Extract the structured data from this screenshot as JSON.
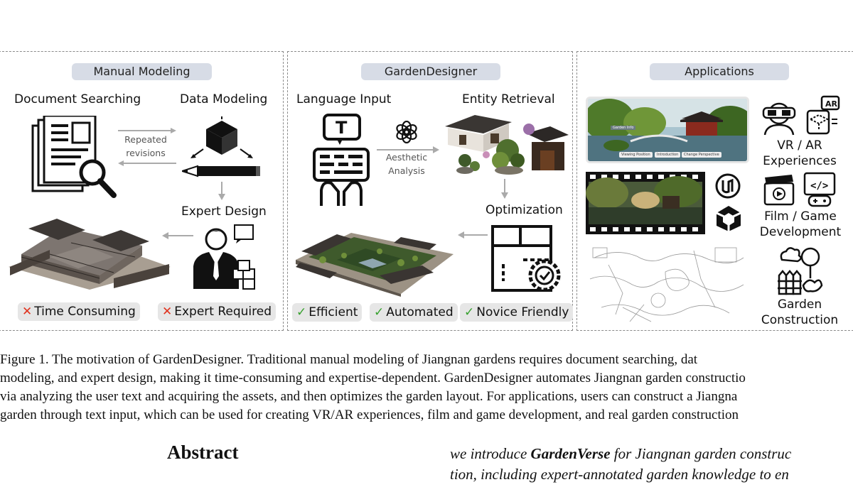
{
  "panels": {
    "manual": {
      "title": "Manual Modeling",
      "doc_searching": "Document Searching",
      "data_modeling": "Data Modeling",
      "repeated_revisions": "Repeated\nrevisions",
      "expert_design": "Expert Design",
      "badge1": "Time Consuming",
      "badge2": "Expert Required"
    },
    "designer": {
      "title": "GardenDesigner",
      "language_input": "Language Input",
      "entity_retrieval": "Entity Retrieval",
      "aesthetic_analysis": "Aesthetic\nAnalysis",
      "optimization": "Optimization",
      "badge1": "Efficient",
      "badge2": "Automated",
      "badge3": "Novice Friendly"
    },
    "applications": {
      "title": "Applications",
      "vr_ar": "VR / AR\nExperiences",
      "film_game": "Film / Game\nDevelopment",
      "garden_construction": "Garden\nConstruction",
      "vr_ui_buttons": [
        "Viewing Position",
        "Introduction",
        "Change Perspective"
      ],
      "vr_ui_tag": "Garden Info",
      "ar_label": "AR"
    }
  },
  "caption": {
    "lines": [
      "Figure 1.   The motivation of GardenDesigner.  Traditional manual modeling of Jiangnan gardens requires document searching, dat",
      "modeling, and expert design, making it time-consuming and expertise-dependent. GardenDesigner automates Jiangnan garden constructio",
      "via analyzing the user text and acquiring the assets, and then optimizes the garden layout. For applications, users can construct a Jiangna",
      "garden through text input, which can be used for creating VR/AR experiences, film and game development, and real garden construction"
    ]
  },
  "abstract_heading": "Abstract",
  "right_column": {
    "line1_pre": "we introduce ",
    "line1_bold": "GardenVerse",
    "line1_post": " for Jiangnan garden construc",
    "line2": "tion, including expert-annotated garden knowledge to en"
  },
  "colors": {
    "pill_bg": "#d7dce6",
    "badge_bg": "#e6e6e6",
    "cross": "#e0321e",
    "check": "#37a12e"
  }
}
